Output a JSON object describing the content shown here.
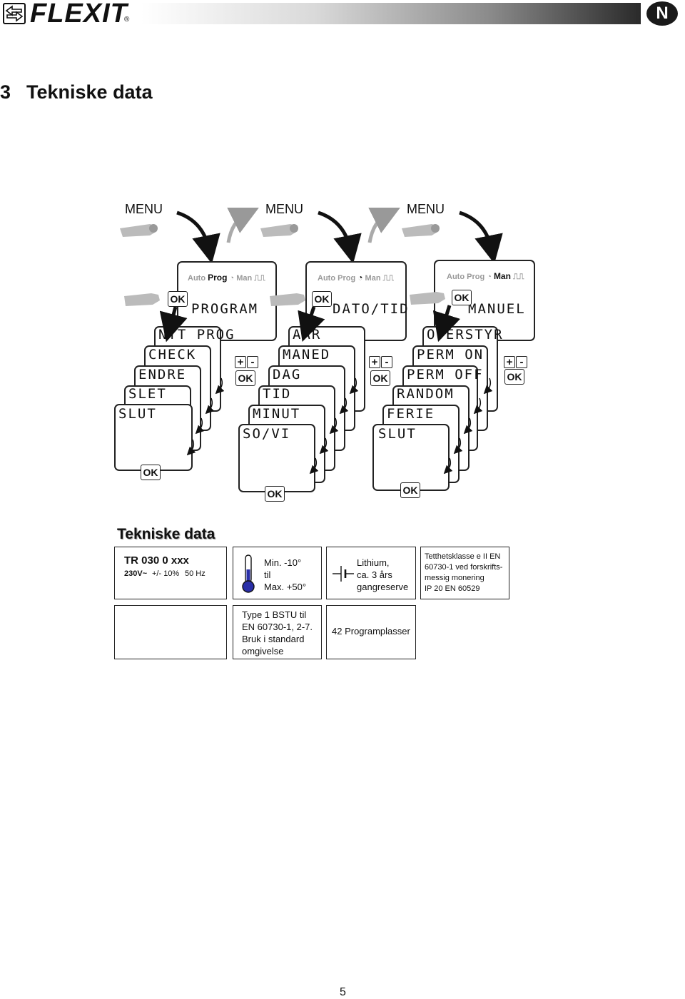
{
  "header": {
    "brand": "FLEXIT",
    "reg": "®",
    "language_badge": "N"
  },
  "section": {
    "number": "3",
    "title": "Tekniske data"
  },
  "diagram": {
    "menu_label": "MENU",
    "ok_label": "OK",
    "plus_label": "+",
    "minus_label": "-",
    "modes": {
      "auto": "Auto",
      "prog": "Prog",
      "man": "Man",
      "pulse": "⎍⎍"
    },
    "columns": [
      {
        "title": "PROGRAM",
        "items": [
          "NYT PROG",
          "CHECK",
          "ENDRE",
          "SLET",
          "SLUT"
        ]
      },
      {
        "title": "DATO/TID",
        "items": [
          "AAR",
          "MANED",
          "DAG",
          "TID",
          "MINUT",
          "SO/VI"
        ]
      },
      {
        "title": "MANUEL",
        "items": [
          "OVERSTYR",
          "PERM ON",
          "PERM OFF",
          "RANDOM",
          "FERIE",
          "SLUT"
        ]
      }
    ]
  },
  "tech": {
    "heading": "Tekniske data",
    "model": "TR 030 0 xxx",
    "power": "230V~",
    "tolerance": "+/- 10%",
    "frequency": "50 Hz",
    "temp_min": "Min. -10°",
    "temp_til": "til",
    "temp_max": "Max. +50°",
    "battery_1": "Lithium,",
    "battery_2": "ca. 3 års",
    "battery_3": "gangreserve",
    "class_1": "Tetthetsklasse e II EN",
    "class_2": "60730-1 ved forskrifts-",
    "class_3": "messig monering",
    "class_4": "IP 20 EN 60529",
    "type_1": "Type 1 BSTU til",
    "type_2": "EN 60730-1, 2-7.",
    "type_3": "Bruk i standard",
    "type_4": "omgivelse",
    "programs": "42 Programplasser"
  },
  "footer": {
    "page": "5"
  }
}
